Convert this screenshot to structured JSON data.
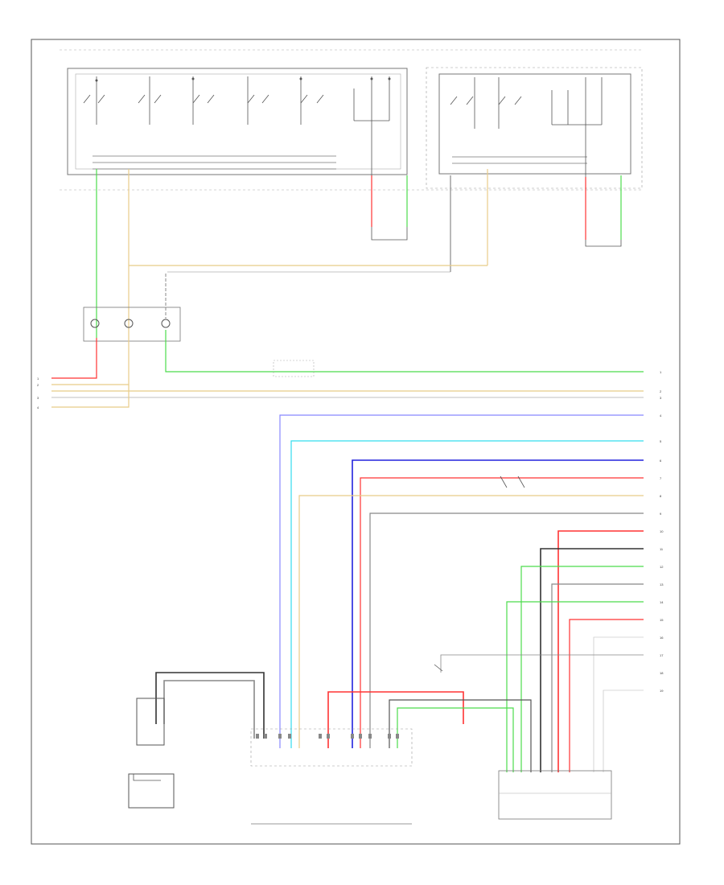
{
  "diagram": {
    "connector_labels": {
      "left": [
        "1",
        "2",
        "3",
        "4"
      ],
      "right": [
        "1",
        "2",
        "3",
        "4",
        "5",
        "6",
        "7",
        "8",
        "9",
        "10",
        "11",
        "12",
        "13",
        "14",
        "15",
        "16",
        "17",
        "18",
        "19"
      ]
    },
    "colors": {
      "frame": "#555555",
      "green": "#4cdc4c",
      "red": "#ff3333",
      "tan": "#e8cc88",
      "blue": "#2222dd",
      "light_blue": "#8888ff",
      "cyan": "#33ddee",
      "gray": "#888888",
      "black": "#333333",
      "white": "#cccccc"
    }
  }
}
